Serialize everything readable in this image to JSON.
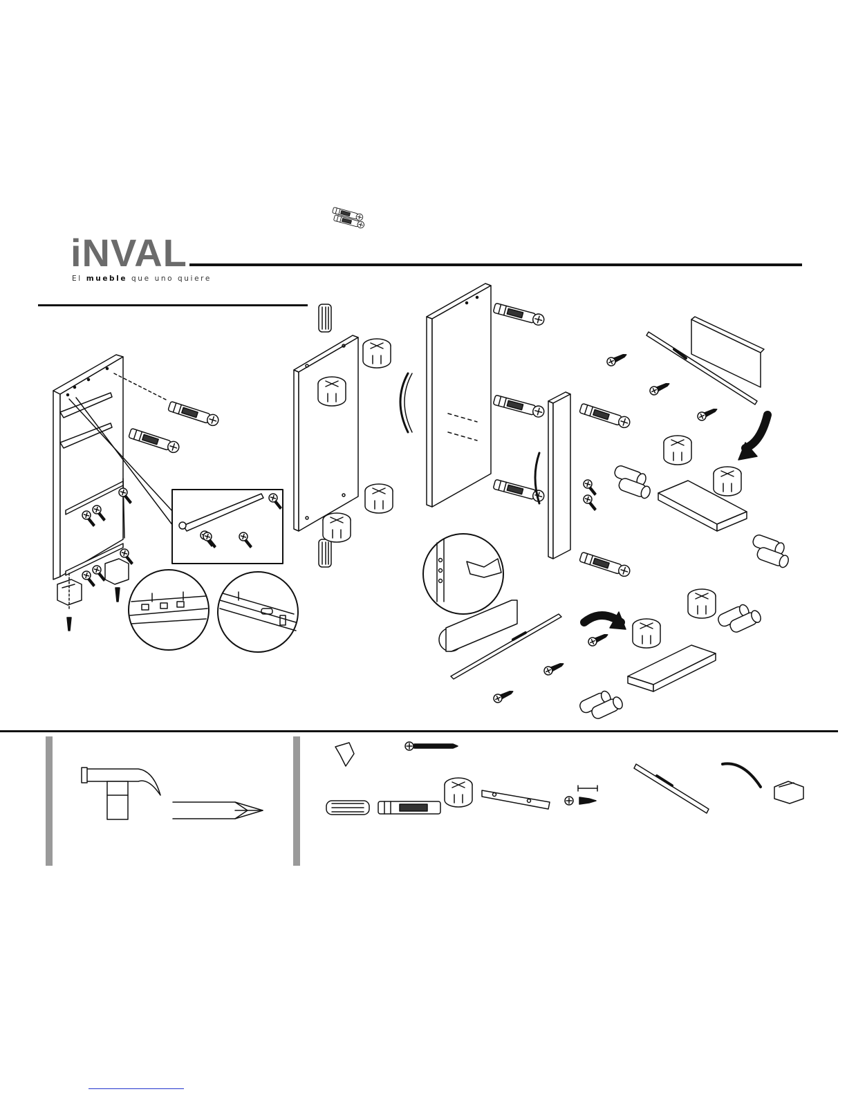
{
  "brand": {
    "name": "iNVAL",
    "tagline_prefix": "El",
    "tagline_bold": "mueble",
    "tagline_suffix": "que uno quiere"
  },
  "colors": {
    "ink": "#111111",
    "logo_gray": "#6b6b6b",
    "panel_bar_gray": "#9a9a9a",
    "link_blue": "#2233cc"
  },
  "tools": [
    "hammer-icon",
    "screwdriver-icon"
  ],
  "hardware": [
    "drawer-stop-icon",
    "screw-icon",
    "wood-dowel-icon",
    "cam-bolt-icon",
    "cam-lock-icon",
    "hinge-plate-icon",
    "short-screw-icon",
    "drawer-slide-icon",
    "handle-icon",
    "furniture-foot-icon"
  ]
}
